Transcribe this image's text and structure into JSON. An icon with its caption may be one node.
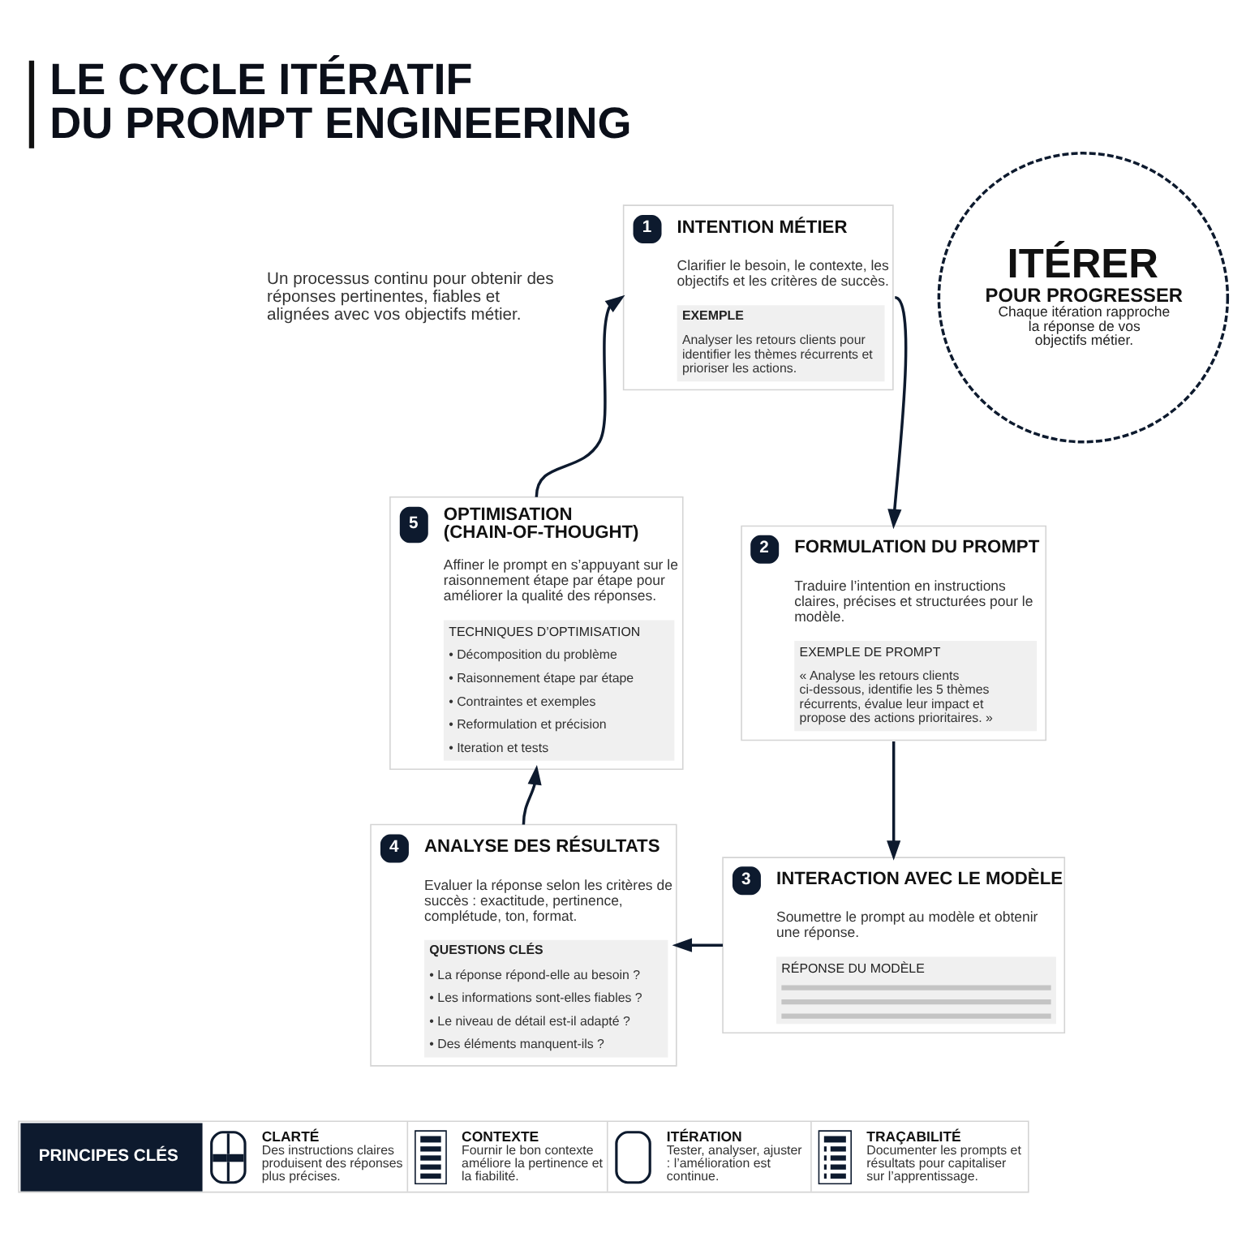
{
  "diagram": {
    "title": "LE CYCLE ITÉRATIF DU PROMPT ENGINEERING",
    "nodes": [
      {
        "text": [
          "1",
          "INTENTION MÉTIER",
          "Clarifier le besoin, le contexte, les objectifs et les critères de succès.",
          "EXEMPLE",
          "Analyser les retours clients pour identifier les thèmes récurrents et prioriser les actions."
        ]
      },
      {
        "text": [
          "5",
          "OPTIMISATION (CHAIN-OF-THOUGHT)",
          "Affiner le prompt en s’appuyant sur le raisonnement étape par étape pour améliorer la qualité des réponses.",
          "TECHNIQUES D’OPTIMISATION",
          "• Décomposition du problème",
          "• Raisonnement étape par étape",
          "• Contraintes et exemples",
          "• Reformulation et précision",
          "• Iteration et tests"
        ]
      },
      {
        "text": [
          "2",
          "FORMULATION DU PROMPT",
          "Traduire l’intention en instructions claires, précises et structurées pour le modèle.",
          "EXEMPLE DE PROMPT",
          "« Analyse les retours clients ci-dessous, identifie les 5 thèmes récurrents, évalue leur impact et propose des actions prioritaires. »"
        ]
      },
      {
        "text": [
          "ITÉRER",
          "POUR PROGRESSER",
          "Chaque itération rapproche la réponse de vos objectifs métier."
        ]
      },
      {
        "text": [
          "4",
          "ANALYSE DES RÉSULTATS",
          "Evaluer la réponse selon les critères de succès : exactitude, pertinence, complétude, ton, format.",
          "QUESTIONS CLÉS",
          "• La réponse répond-elle au besoin ?",
          "• Les informations sont-elles fiables ?",
          "• Le niveau de détail est-il adapté ?",
          "• Des éléments manquent-ils ?"
        ]
      },
      {
        "text": [
          "3",
          "INTERACTION AVEC LE MODÈLE",
          "Soumettre le prompt au modèle et obtenir une réponse.",
          "RÉPONSE DU MODÈLE"
        ]
      },
      {
        "text": [
          "PRINCIPES CLÉS",
          "CLARTÉ",
          "Des instructions claires produisent des réponses plus précises.",
          "CONTEXTE",
          "Fournir le bon contexte améliore la pertinence et la fiabilité.",
          "ITÉRATION",
          "Tester, analyser, ajuster : l’amélioration est continue.",
          "TRAÇABILITÉ",
          "Documenter les prompts et résultats pour capitaliser sur l’apprentissage."
        ]
      }
    ],
    "edges": [
      {
        "from": 0,
        "to": 2,
        "arrow": "to"
      },
      {
        "from": 2,
        "to": 5,
        "arrow": "to"
      },
      {
        "from": 5,
        "to": 4,
        "arrow": "to"
      },
      {
        "from": 4,
        "to": 1,
        "arrow": "to"
      },
      {
        "from": 1,
        "to": 0,
        "arrow": "to"
      }
    ],
    "labels": [
      "Un processus continu pour obtenir des réponses pertinentes, fiables et alignées avec vos objectifs métier."
    ]
  }
}
